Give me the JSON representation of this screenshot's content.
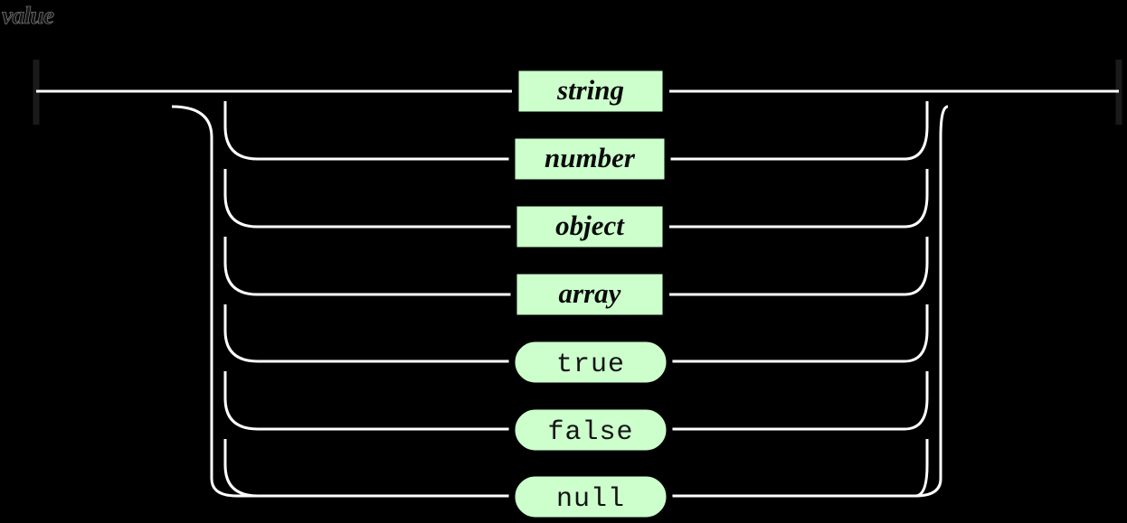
{
  "diagram": {
    "title": "value",
    "type": "railroad-syntax-diagram",
    "background_color": "#000000",
    "rail_color": "#ffffff",
    "box_fill_color": "#ccffcc",
    "box_stroke_color": "#000000",
    "alternatives": [
      {
        "label": "string",
        "kind": "nonterminal",
        "row": 1
      },
      {
        "label": "number",
        "kind": "nonterminal",
        "row": 2
      },
      {
        "label": "object",
        "kind": "nonterminal",
        "row": 3
      },
      {
        "label": "array",
        "kind": "nonterminal",
        "row": 4
      },
      {
        "label": "true",
        "kind": "terminal",
        "row": 5
      },
      {
        "label": "false",
        "kind": "terminal",
        "row": 6
      },
      {
        "label": "null",
        "kind": "terminal",
        "row": 7
      }
    ],
    "start_marker": "left-terminus-bar",
    "end_marker": "right-terminus-bar"
  }
}
